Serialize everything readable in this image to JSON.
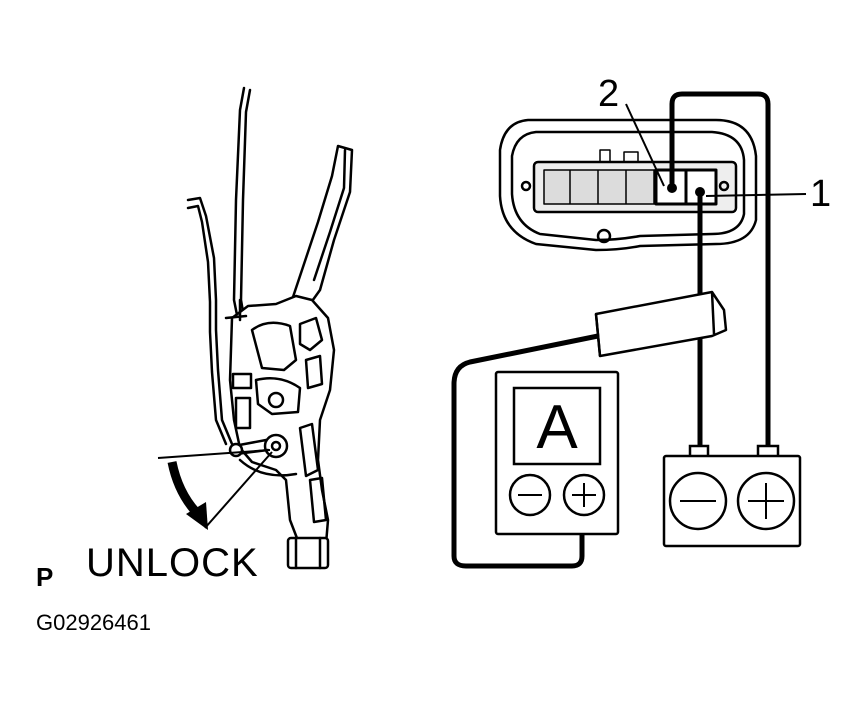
{
  "labels": {
    "terminal_2": "2",
    "terminal_1": "1",
    "unlock": "UNLOCK",
    "view": "P",
    "figure_id": "G02926461",
    "ammeter": "A"
  },
  "colors": {
    "line": "#000000",
    "background": "#ffffff",
    "shading": "#dcdcdc"
  },
  "icons": {
    "ammeter_negative": "minus-icon",
    "ammeter_positive": "plus-icon",
    "battery_negative": "minus-icon",
    "battery_positive": "plus-icon",
    "rotation_arrow": "curved-arrow-icon"
  }
}
